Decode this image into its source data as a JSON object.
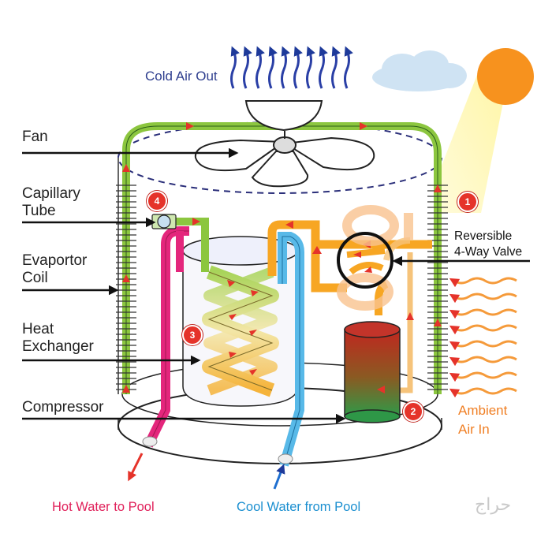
{
  "labels": {
    "cold_air_out": "Cold Air Out",
    "fan": "Fan",
    "capillary_tube": "Capillary\nTube",
    "evaporator_coil": "Evaportor\nCoil",
    "heat_exchanger": "Heat\nExchanger",
    "compressor": "Compressor",
    "reversible_valve": "Reversible\n4-Way Valve",
    "ambient_air_in": "Ambient\nAir In",
    "hot_water": "Hot Water to Pool",
    "cool_water": "Cool Water from Pool"
  },
  "badges": [
    "1",
    "2",
    "3",
    "4"
  ],
  "watermark": "حراج",
  "colors": {
    "coil_green": "#8cc63f",
    "refrigerant_orange": "#f7a623",
    "hot_pipe": "#e4267c",
    "cool_pipe": "#58b9e8",
    "arrow_red": "#e5332a",
    "label_blue": "#2f3f8f",
    "label_orange": "#f07f24",
    "sun": "#f7921e"
  }
}
